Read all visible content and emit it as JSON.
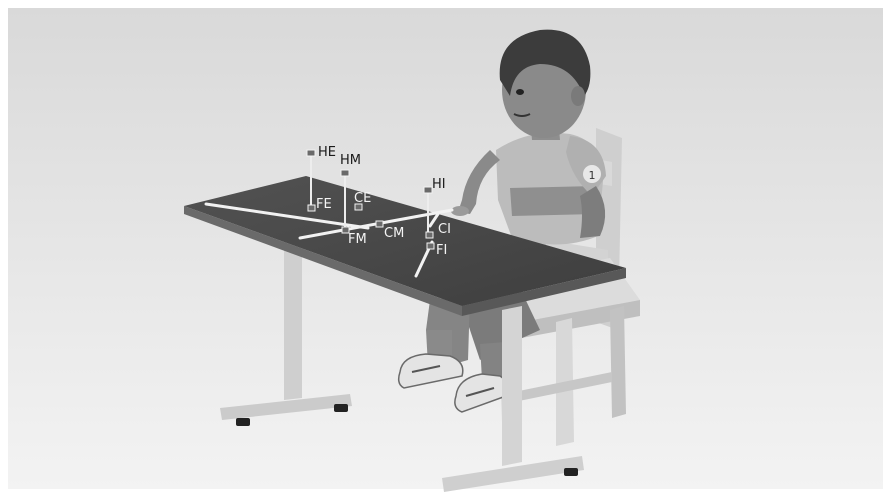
{
  "figure": {
    "description_labels": {
      "HE": "HE",
      "HM": "HM",
      "HI": "HI",
      "FE": "FE",
      "CE": "CE",
      "FM": "FM",
      "CM": "CM",
      "CI": "CI",
      "FI": "FI"
    },
    "shirt_badge": "1",
    "colors": {
      "background_top": "#dedede",
      "background_bottom": "#f2f2f2",
      "table_top": "#4a4a4a",
      "table_edge": "#6a6a6a",
      "table_legs": "#cfcfcf",
      "chair": "#d6d6d6",
      "skin": "#8a8a8a",
      "hair": "#3a3a3a",
      "shirt": "#bdbdbd",
      "pants": "#7a7a7a",
      "marker_line": "#f4f4f4"
    }
  }
}
